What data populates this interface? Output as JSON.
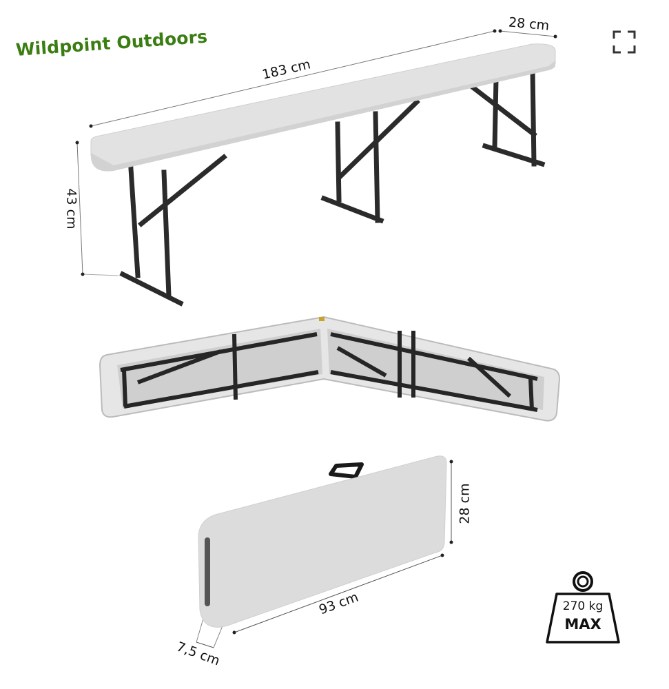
{
  "brand": {
    "name": "Wildpoint Outdoors",
    "color": "#3a7d12"
  },
  "controls": {
    "expand_icon": "fullscreen-expand-icon"
  },
  "product": {
    "unfolded_view": {
      "dimensions": {
        "length": "183 cm",
        "width": "28 cm",
        "height": "43 cm"
      }
    },
    "underside_view": {
      "description": "bench folded in half, underside with black steel legs"
    },
    "folded_view": {
      "dimensions": {
        "length": "93 cm",
        "height": "28 cm",
        "thickness": "7,5 cm"
      }
    }
  },
  "load_badge": {
    "value": "270 kg",
    "label": "MAX",
    "icon": "weight-icon"
  },
  "colors": {
    "bench_top": "#e2e2e2",
    "frame": "#2b2b2b",
    "text": "#111111"
  }
}
